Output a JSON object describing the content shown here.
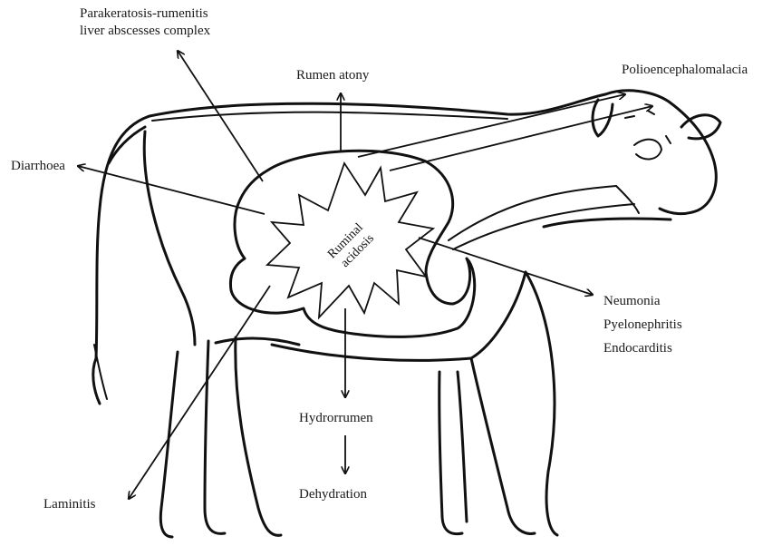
{
  "center_label": [
    "Ruminal",
    "acidosis"
  ],
  "effects": {
    "parakeratosis": [
      "Parakeratosis-rumenitis",
      "liver abscesses complex"
    ],
    "rumen_atony": "Rumen atony",
    "polio": "Polioencephalomalacia",
    "diarrhoea": "Diarrhoea",
    "infections": [
      "Neumonia",
      "Pyelonephritis",
      "Endocarditis"
    ],
    "hydrorrumen": "Hydrorrumen",
    "dehydration": "Dehydration",
    "laminitis": "Laminitis"
  }
}
